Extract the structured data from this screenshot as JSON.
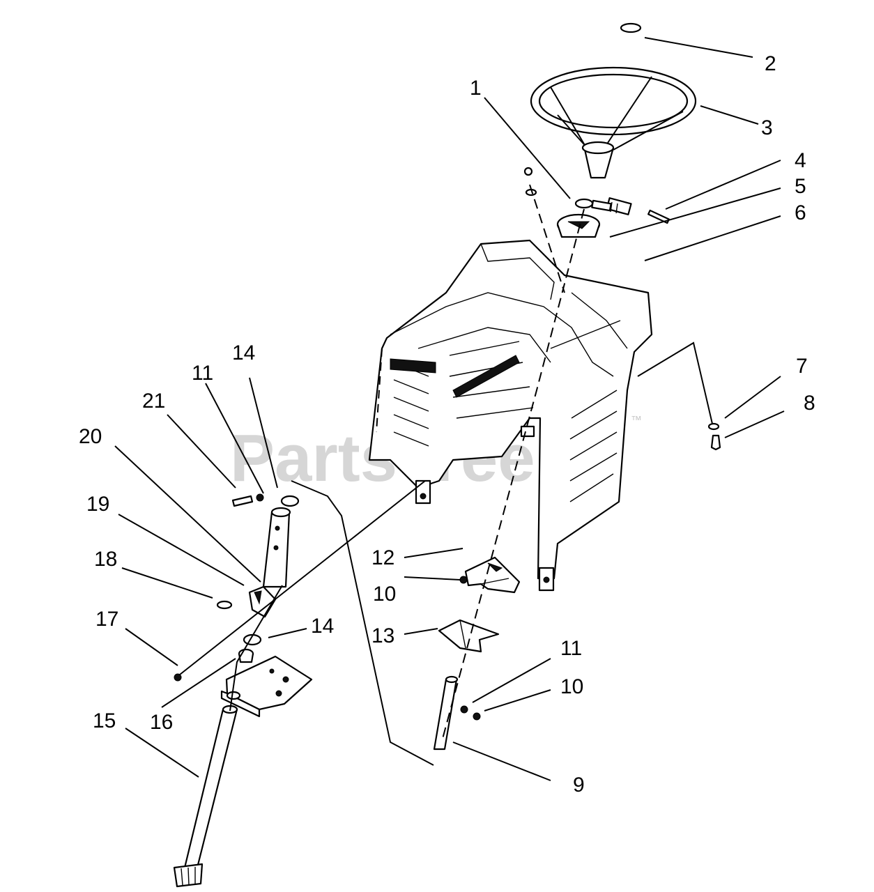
{
  "watermark": {
    "text": "PartsTree",
    "trademark": "™"
  },
  "callouts": [
    {
      "id": "c1",
      "label": "1"
    },
    {
      "id": "c2",
      "label": "2"
    },
    {
      "id": "c3",
      "label": "3"
    },
    {
      "id": "c4",
      "label": "4"
    },
    {
      "id": "c5",
      "label": "5"
    },
    {
      "id": "c6",
      "label": "6"
    },
    {
      "id": "c7",
      "label": "7"
    },
    {
      "id": "c8",
      "label": "8"
    },
    {
      "id": "c9",
      "label": "9"
    },
    {
      "id": "c10a",
      "label": "10"
    },
    {
      "id": "c10b",
      "label": "10"
    },
    {
      "id": "c11a",
      "label": "11"
    },
    {
      "id": "c11b",
      "label": "11"
    },
    {
      "id": "c12",
      "label": "12"
    },
    {
      "id": "c13",
      "label": "13"
    },
    {
      "id": "c14a",
      "label": "14"
    },
    {
      "id": "c14b",
      "label": "14"
    },
    {
      "id": "c15",
      "label": "15"
    },
    {
      "id": "c16",
      "label": "16"
    },
    {
      "id": "c17",
      "label": "17"
    },
    {
      "id": "c18",
      "label": "18"
    },
    {
      "id": "c19",
      "label": "19"
    },
    {
      "id": "c20",
      "label": "20"
    },
    {
      "id": "c21",
      "label": "21"
    }
  ]
}
